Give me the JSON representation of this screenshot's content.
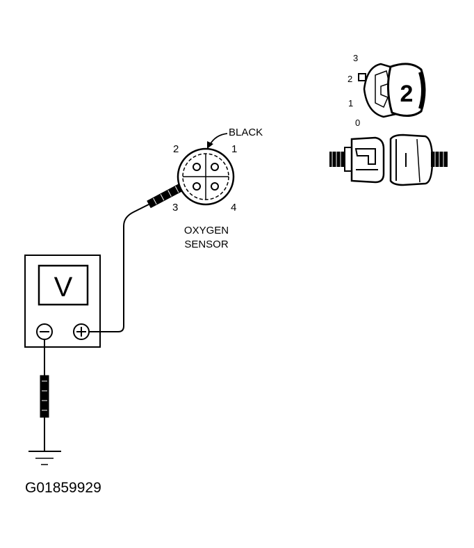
{
  "voltmeter": {
    "display": "V",
    "neg_symbol": "−",
    "pos_symbol": "+"
  },
  "oxygen_sensor": {
    "wire_color_label": "BLACK",
    "pin_labels": [
      "1",
      "2",
      "3",
      "4"
    ],
    "name_line1": "OXYGEN",
    "name_line2": "SENSOR"
  },
  "ignition_key": {
    "positions": [
      "3",
      "2",
      "1",
      "0"
    ],
    "selected_position": "2"
  },
  "figure_id": "G01859929",
  "colors": {
    "line": "#000000",
    "background": "#ffffff"
  }
}
